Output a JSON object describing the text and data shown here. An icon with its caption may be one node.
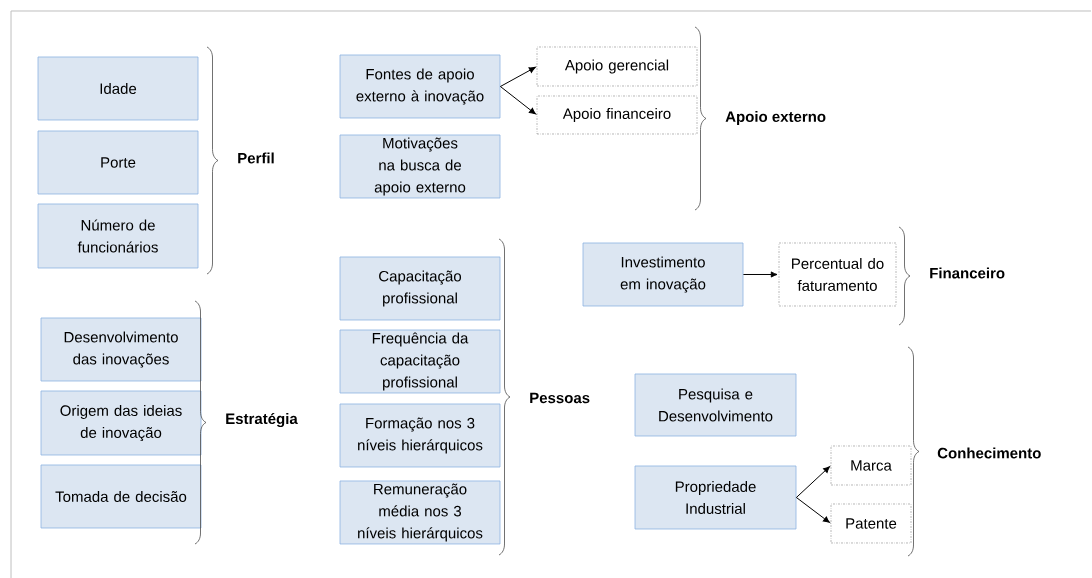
{
  "diagram": {
    "nodes": [
      {
        "text": [
          "Idade"
        ]
      },
      {
        "text": [
          "Porte"
        ]
      },
      {
        "text": [
          "Número de funcionários"
        ]
      },
      {
        "text": [
          "Desenvolvimento das inovações"
        ]
      },
      {
        "text": [
          "Origem das ideias de inovação"
        ]
      },
      {
        "text": [
          "Tomada de decisão"
        ]
      },
      {
        "text": [
          "Fontes de apoio externo à inovação"
        ]
      },
      {
        "text": [
          "Motivações na busca de apoio externo"
        ]
      },
      {
        "text": [
          "Apoio gerencial"
        ]
      },
      {
        "text": [
          "Apoio financeiro"
        ]
      },
      {
        "text": [
          "Capacitação profissional"
        ]
      },
      {
        "text": [
          "Frequência da capacitação profissional"
        ]
      },
      {
        "text": [
          "Formação nos 3 níveis hierárquicos"
        ]
      },
      {
        "text": [
          "Remuneração média nos 3 níveis hierárquicos"
        ]
      },
      {
        "text": [
          "Investimento em inovação"
        ]
      },
      {
        "text": [
          "Percentual do faturamento"
        ]
      },
      {
        "text": [
          "Pesquisa e Desenvolvimento"
        ]
      },
      {
        "text": [
          "Propriedade Industrial"
        ]
      },
      {
        "text": [
          "Marca"
        ]
      },
      {
        "text": [
          "Patente"
        ]
      }
    ],
    "edges": [
      {
        "from": 6,
        "to": 8,
        "arrow": "to"
      },
      {
        "from": 6,
        "to": 9,
        "arrow": "to"
      },
      {
        "from": 14,
        "to": 15,
        "arrow": "to"
      },
      {
        "from": 17,
        "to": 18,
        "arrow": "to"
      },
      {
        "from": 17,
        "to": 19,
        "arrow": "to"
      }
    ],
    "labels": [
      "Perfil",
      "Apoio externo",
      "Financeiro",
      "Estratégia",
      "Pessoas",
      "Conhecimento"
    ]
  }
}
